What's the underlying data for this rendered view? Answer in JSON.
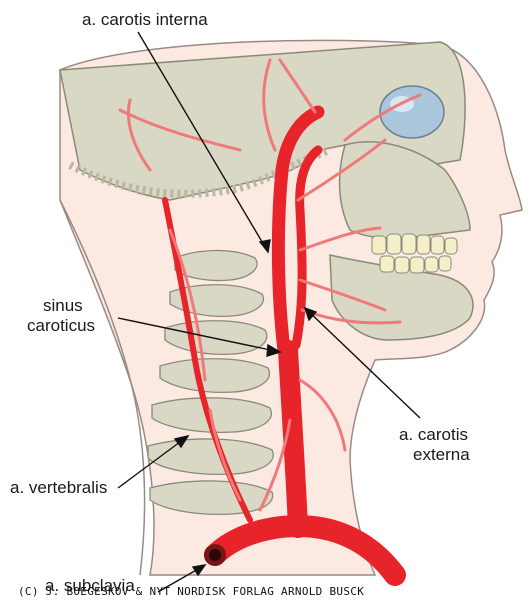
{
  "labels": {
    "carotis_interna": "a. carotis interna",
    "sinus_line1": "sinus",
    "sinus_line2": "caroticus",
    "externa_line1": "a. carotis",
    "externa_line2": "externa",
    "vertebralis": "a. vertebralis",
    "subclavia": "a. subclavia"
  },
  "copyright": "(C) J. BOEGESKOV & NYT NORDISK FORLAG ARNOLD BUSCK",
  "colors": {
    "artery": "#e8242b",
    "artery_light": "#f07a7a",
    "bone": "#d9d8c4",
    "bone_outline": "#8a8a78",
    "skin": "#fbe9e2",
    "skin_outline": "#9a8a86",
    "eye": "#a9c6dd",
    "teeth": "#f4efc8",
    "pointer": "#111111"
  }
}
